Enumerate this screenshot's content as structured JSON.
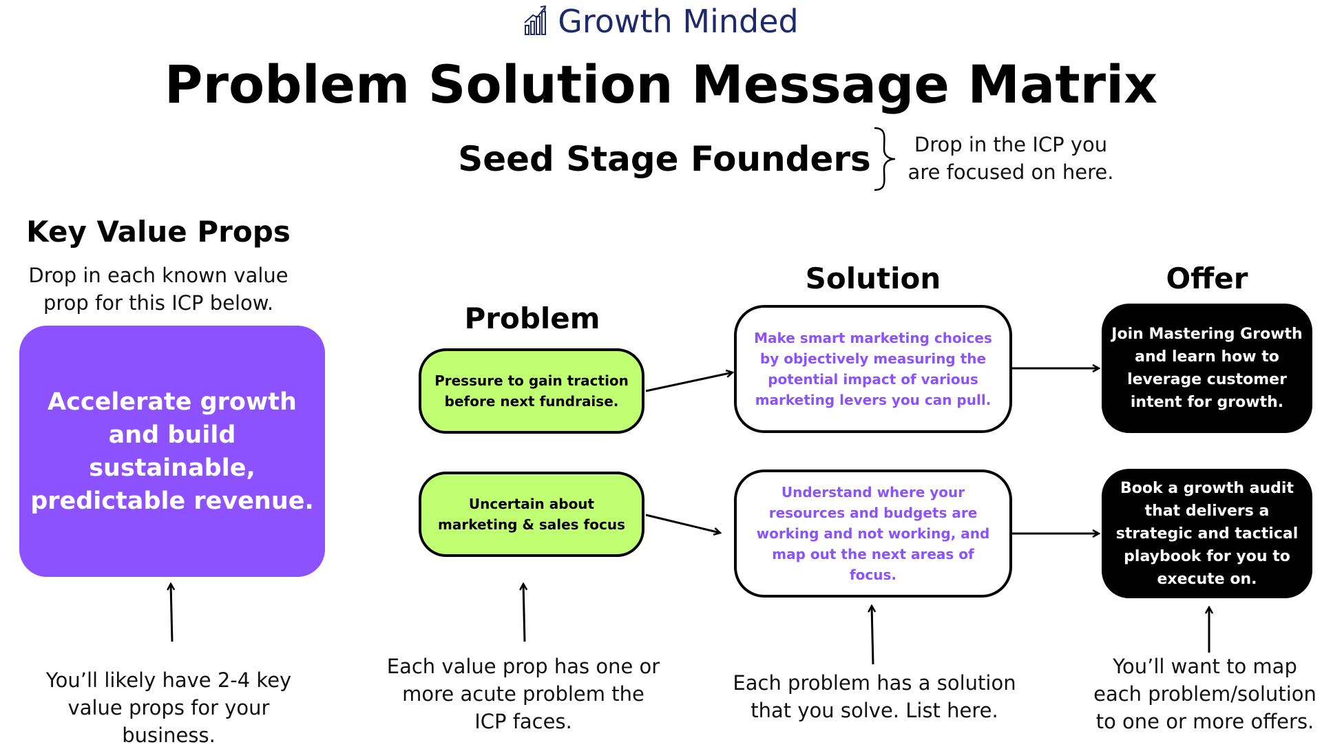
{
  "brand": {
    "name": "Growth Minded",
    "logo_icon": "bar-chart-growth-icon"
  },
  "title": "Problem Solution Message Matrix",
  "icp": {
    "name": "Seed Stage Founders",
    "note": "Drop in the ICP you are focused on here."
  },
  "value_props": {
    "heading": "Key Value Props",
    "instruction": "Drop in each known value prop for this ICP below.",
    "item": "Accelerate growth and build sustainable, predictable revenue.",
    "footnote": "You’ll likely have 2-4 key value props for your business."
  },
  "problem": {
    "heading": "Problem",
    "items": [
      "Pressure to gain traction before next fundraise.",
      "Uncertain about marketing & sales focus"
    ],
    "footnote": "Each value prop has one or more acute problem the ICP faces."
  },
  "solution": {
    "heading": "Solution",
    "items": [
      "Make smart marketing choices by objectively measuring the potential impact of various marketing levers you can pull.",
      "Understand where your resources and budgets are working and not working, and map out the next areas of focus."
    ],
    "footnote": "Each problem has a solution that you solve. List here."
  },
  "offer": {
    "heading": "Offer",
    "items": [
      "Join Mastering Growth and learn how to leverage customer intent for growth.",
      "Book a growth audit that delivers a strategic and tactical playbook for you to execute on."
    ],
    "footnote": "You’ll want to map each problem/solution to one or more offers."
  },
  "colors": {
    "brand": "#1f2a6b",
    "value_prop_fill": "#8c52ff",
    "problem_fill": "#c1ff72",
    "solution_text": "#8c52ff",
    "offer_fill": "#000000"
  }
}
